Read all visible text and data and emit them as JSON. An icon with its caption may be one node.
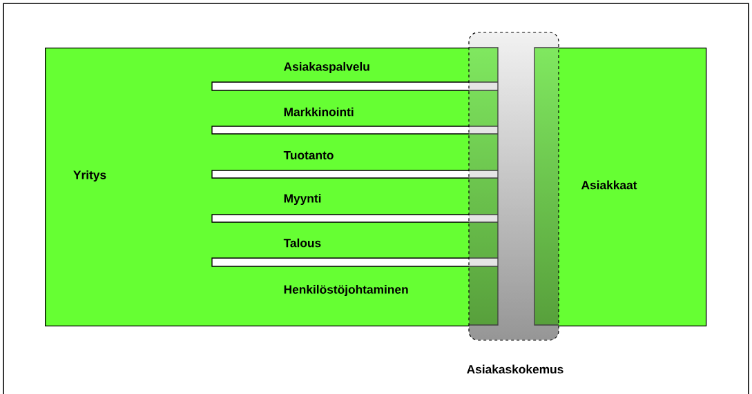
{
  "diagram": {
    "nodes": [
      {
        "text": [
          "Yritys"
        ]
      },
      {
        "text": [
          "Asiakkaat"
        ]
      },
      {
        "text": [
          "Asiakaskokemus"
        ]
      }
    ],
    "labels": [
      "Asiakaspalvelu",
      "Markkinointi",
      "Tuotanto",
      "Myynti",
      "Talous",
      "Henkilöstöjohtaminen"
    ]
  }
}
